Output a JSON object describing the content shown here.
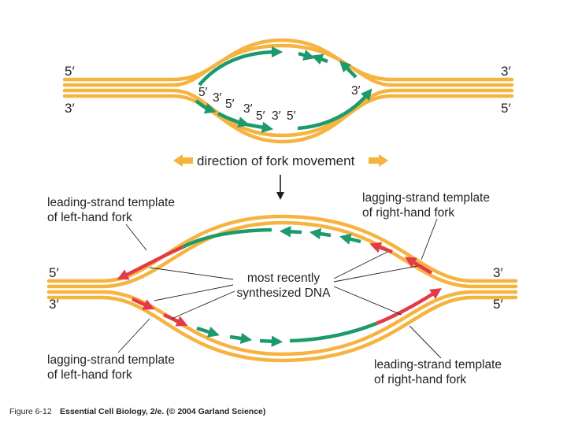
{
  "colors": {
    "parental_strand": "#f6b33f",
    "older_dna": "#1c9a6c",
    "newest_dna": "#e23a48",
    "text": "#231f20"
  },
  "top_fork": {
    "left_top": "5′",
    "left_bottom": "3′",
    "right_top": "3′",
    "right_bottom": "5′",
    "fragment_ends": [
      "5′",
      "3′",
      "5′",
      "3′",
      "5′",
      "3′",
      "5′"
    ],
    "right_end": "3′"
  },
  "direction_label": "direction of fork movement",
  "bottom_fork": {
    "left_top": "5′",
    "left_bottom": "3′",
    "right_top": "3′",
    "right_bottom": "5′",
    "leading_left": [
      "leading-strand template",
      "of left-hand fork"
    ],
    "lagging_right": [
      "lagging-strand template",
      "of right-hand fork"
    ],
    "center": [
      "most recently",
      "synthesized DNA"
    ],
    "lagging_left": [
      "lagging-strand template",
      "of left-hand fork"
    ],
    "leading_right": [
      "leading-strand template",
      "of right-hand fork"
    ]
  },
  "caption": {
    "figure": "Figure 6-12",
    "source": "Essential Cell Biology, 2/e. (© 2004 Garland Science)"
  }
}
